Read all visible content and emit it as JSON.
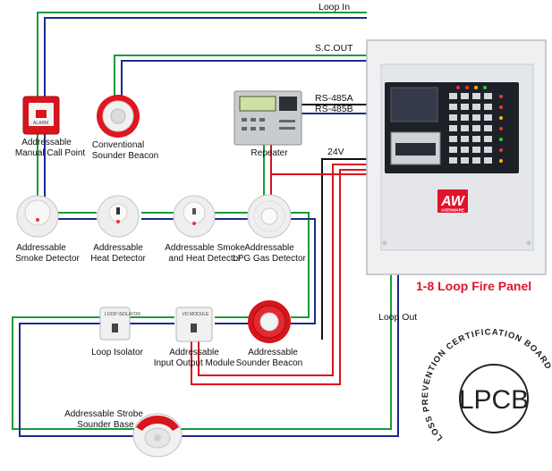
{
  "wires": {
    "loop_in": "Loop  In",
    "sc_out": "S.C.OUT",
    "rs485a": "RS-485A",
    "rs485b": "RS-485B",
    "v24": "24V",
    "loop_out": "Loop Out"
  },
  "panel": {
    "title": "1-8 Loop Fire Panel",
    "brand": "ASENWARE",
    "logo": "AW"
  },
  "devices": {
    "mcp": [
      "Addressable",
      "Manual Call Point"
    ],
    "conv_sounder": [
      "Conventional",
      "Sounder Beacon"
    ],
    "repeater": [
      "Repeater"
    ],
    "smoke": [
      "Addressable",
      "Smoke Detector"
    ],
    "heat": [
      "Addressable",
      "Heat Detector"
    ],
    "smoke_heat": [
      "Addressable Smoke",
      "and Heat Detector"
    ],
    "lpg": [
      "Addressable",
      "LPG Gas Detector"
    ],
    "isolator": [
      "Loop Isolator"
    ],
    "io_module": [
      "Addressable",
      "Input Output Module"
    ],
    "addr_sounder": [
      "Addressable",
      "Sounder Beacon"
    ],
    "strobe_base": [
      "Addressable Strobe",
      "Sounder Base"
    ]
  },
  "certification": {
    "mark": "LPCB",
    "ring_text": "LOSS PREVENTION CERTIFICATION BOARD"
  },
  "colors": {
    "green_wire": "#1a9a3a",
    "blue_wire": "#1f2a8a",
    "red_wire": "#d8141c",
    "black_wire": "#111111",
    "panel_title": "#e0142b"
  }
}
